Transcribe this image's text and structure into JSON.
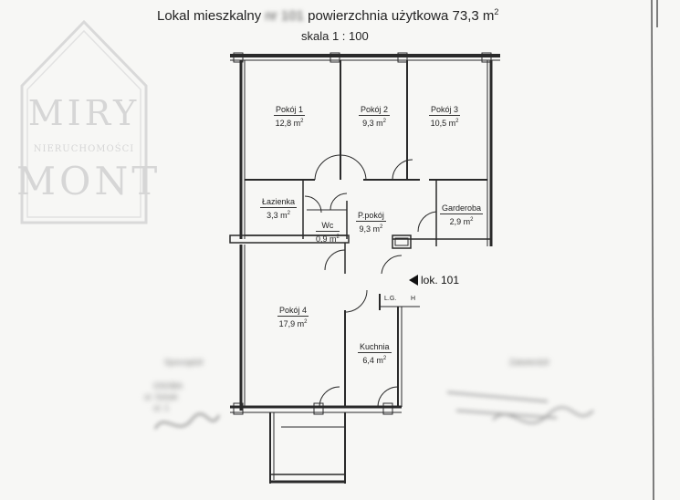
{
  "header": {
    "title_prefix": "Lokal mieszkalny",
    "title_redacted": "nr 101",
    "title_suffix": "powierzchnia użytkowa 73,3 m",
    "title_sup": "2",
    "scale": "skala 1 :  100"
  },
  "rooms": [
    {
      "name": "Pokój 1",
      "area": "12,8 m",
      "sup": "2"
    },
    {
      "name": "Pokój 2",
      "area": "9,3 m",
      "sup": "2"
    },
    {
      "name": "Pokój 3",
      "area": "10,5 m",
      "sup": "2"
    },
    {
      "name": "Łazienka",
      "area": "3,3 m",
      "sup": "2"
    },
    {
      "name": "Wc",
      "area": "0,9 m",
      "sup": "2"
    },
    {
      "name": "P.pokój",
      "area": "9,3 m",
      "sup": "2"
    },
    {
      "name": "Garderoba",
      "area": "2,9 m",
      "sup": "2"
    },
    {
      "name": "Pokój 4",
      "area": "17,9 m",
      "sup": "2"
    },
    {
      "name": "Kuchnia",
      "area": "6,4 m",
      "sup": "2"
    }
  ],
  "labels": {
    "lg": "L.G.",
    "h": "H",
    "entrance": "lok. 101"
  },
  "watermark": {
    "line1": "MIRY",
    "line2": "NIERUCHOMOŚCI",
    "line3": "MONT"
  },
  "signatures": {
    "left": [
      "Sporządził",
      "OSOBA",
      "ul. Sztuki",
      "ul. 1"
    ],
    "right": [
      "Zatwierdził"
    ]
  },
  "colors": {
    "wall": "#2a2a2a",
    "paper": "#f7f7f5",
    "watermark": "#d8d8d8"
  }
}
